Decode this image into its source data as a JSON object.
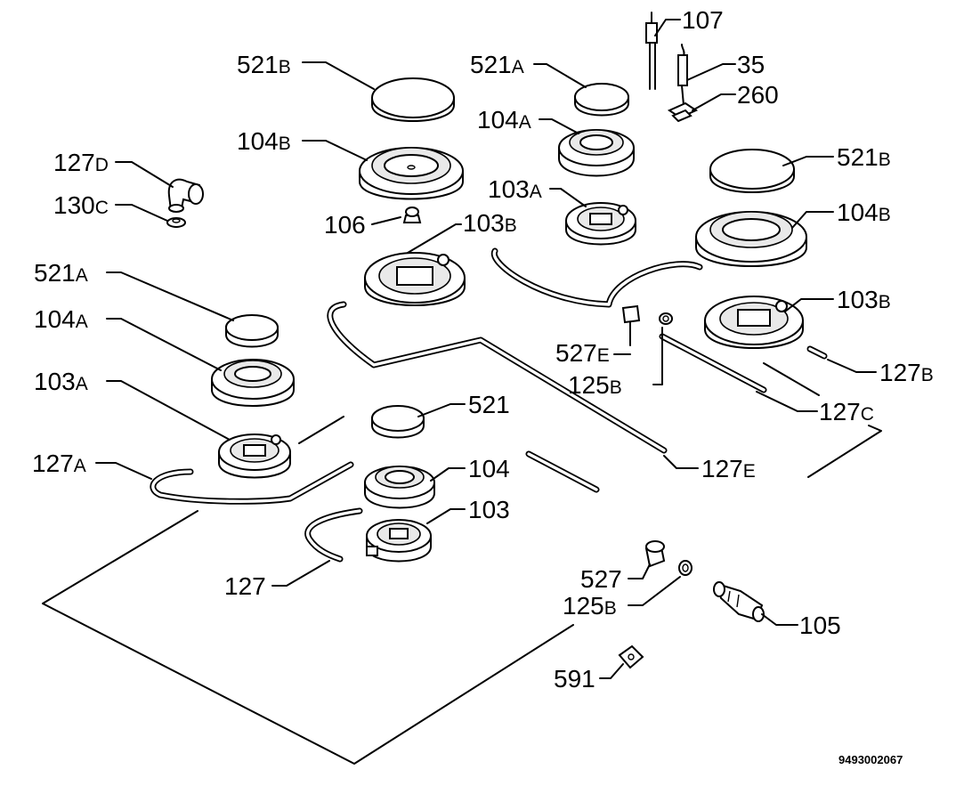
{
  "labels": {
    "l107": "107",
    "l35": "35",
    "l260": "260",
    "l521b_top": {
      "num": "521",
      "suf": "B"
    },
    "l104b_top": {
      "num": "104",
      "suf": "B"
    },
    "l127d": {
      "num": "127",
      "suf": "D"
    },
    "l130c": {
      "num": "130",
      "suf": "C"
    },
    "l106": "106",
    "l103b_center": {
      "num": "103",
      "suf": "B"
    },
    "l521a_top": {
      "num": "521",
      "suf": "A"
    },
    "l104a_top": {
      "num": "104",
      "suf": "A"
    },
    "l103a_top": {
      "num": "103",
      "suf": "A"
    },
    "l521b_right": {
      "num": "521",
      "suf": "B"
    },
    "l104b_right": {
      "num": "104",
      "suf": "B"
    },
    "l103b_right": {
      "num": "103",
      "suf": "B"
    },
    "l127b": {
      "num": "127",
      "suf": "B"
    },
    "l127c": {
      "num": "127",
      "suf": "C"
    },
    "l527e": {
      "num": "527",
      "suf": "E"
    },
    "l125b_mid": {
      "num": "125",
      "suf": "B"
    },
    "l127e": {
      "num": "127",
      "suf": "E"
    },
    "l521a_left": {
      "num": "521",
      "suf": "A"
    },
    "l104a_left": {
      "num": "104",
      "suf": "A"
    },
    "l103a_left": {
      "num": "103",
      "suf": "A"
    },
    "l127a": {
      "num": "127",
      "suf": "A"
    },
    "l521": "521",
    "l104": "104",
    "l103": "103",
    "l127": "127",
    "l527": "527",
    "l125b_bottom": {
      "num": "125",
      "suf": "B"
    },
    "l105": "105",
    "l591": "591"
  },
  "diagram_code": "9493002067"
}
